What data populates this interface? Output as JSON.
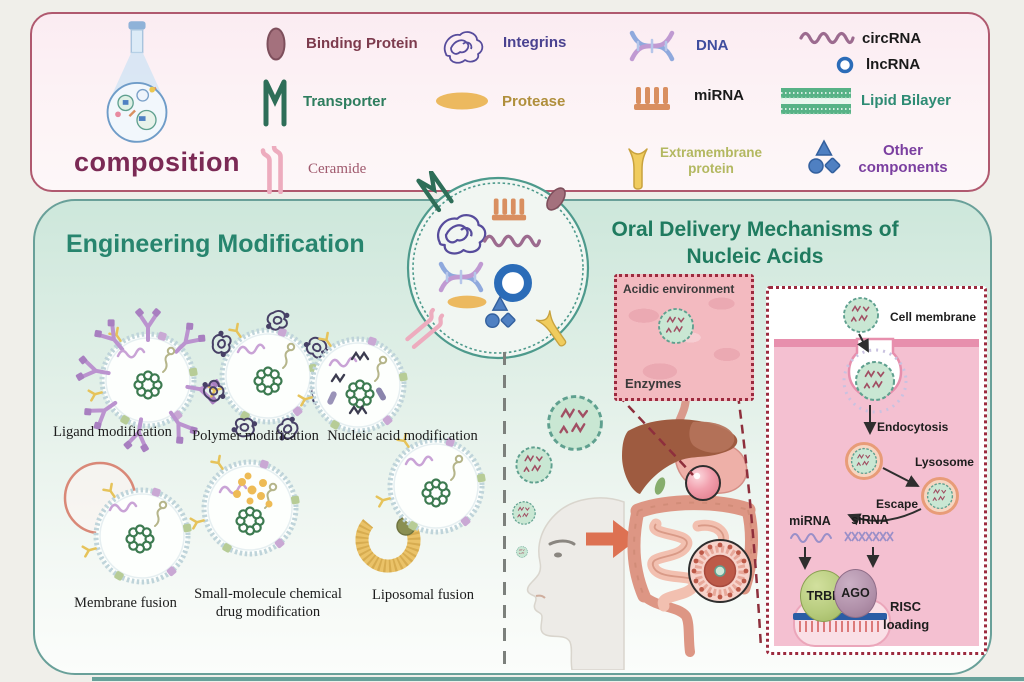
{
  "composition_panel": {
    "title": "composition",
    "items": [
      {
        "id": "binding-protein",
        "label": "Binding Protein",
        "color": "#7d3b4d"
      },
      {
        "id": "transporter",
        "label": "Transporter",
        "color": "#2e7d5e"
      },
      {
        "id": "ceramide",
        "label": "Ceramide",
        "color": "#a05a6e"
      },
      {
        "id": "integrins",
        "label": "Integrins",
        "color": "#4a4290"
      },
      {
        "id": "protease",
        "label": "Protease",
        "color": "#b08f3c"
      },
      {
        "id": "extramembrane-protein",
        "label": "Extramembrane protein",
        "color": "#b3b860"
      },
      {
        "id": "dna",
        "label": "DNA",
        "color": "#3f4d9e"
      },
      {
        "id": "mirna",
        "label": "miRNA",
        "color": "#1a1a1a"
      },
      {
        "id": "circrna",
        "label": "circRNA",
        "color": "#1a1a1a"
      },
      {
        "id": "lncrna",
        "label": "lncRNA",
        "color": "#1a1a1a"
      },
      {
        "id": "lipid-bilayer",
        "label": "Lipid Bilayer",
        "color": "#2e8b74"
      },
      {
        "id": "other-components",
        "label": "Other components",
        "color": "#7b3fa0"
      }
    ]
  },
  "engineering_panel": {
    "title": "Engineering Modification",
    "methods": [
      {
        "label": "Ligand modification"
      },
      {
        "label": "Polymer modification"
      },
      {
        "label": "Nucleic acid modification"
      },
      {
        "label": "Membrane fusion"
      },
      {
        "label": "Small-molecule chemical drug modification"
      },
      {
        "label": "Liposomal fusion"
      }
    ]
  },
  "oral_panel": {
    "title_line1": "Oral Delivery Mechanisms of",
    "title_line2": "Nucleic Acids",
    "stomach_box": {
      "acidic": "Acidic environment",
      "enzymes": "Enzymes"
    },
    "cell_inset": {
      "cell_membrane": "Cell membrane",
      "endocytosis": "Endocytosis",
      "lysosome": "Lysosome",
      "escape": "Escape",
      "mirna": "miRNA",
      "sirna": "siRNA",
      "trbp": "TRBP",
      "ago": "AGO",
      "risc_line1": "RISC",
      "risc_line2": "loading"
    }
  },
  "colors": {
    "pink_panel_border": "#b0596f",
    "green_panel_border": "#69a099",
    "engineering_title": "#27856e",
    "oral_title": "#1f7b5f",
    "composition_text": "#7b2a55",
    "dotted_box_border": "#9c2b3f",
    "membrane_teal": "#4d9a8c",
    "mint_vesicle_fill": "#c9e7d3",
    "cell_pink": "#f4c0d1",
    "risc_bar_blue": "#2a5da5",
    "arrow_orange": "#dd7152"
  }
}
